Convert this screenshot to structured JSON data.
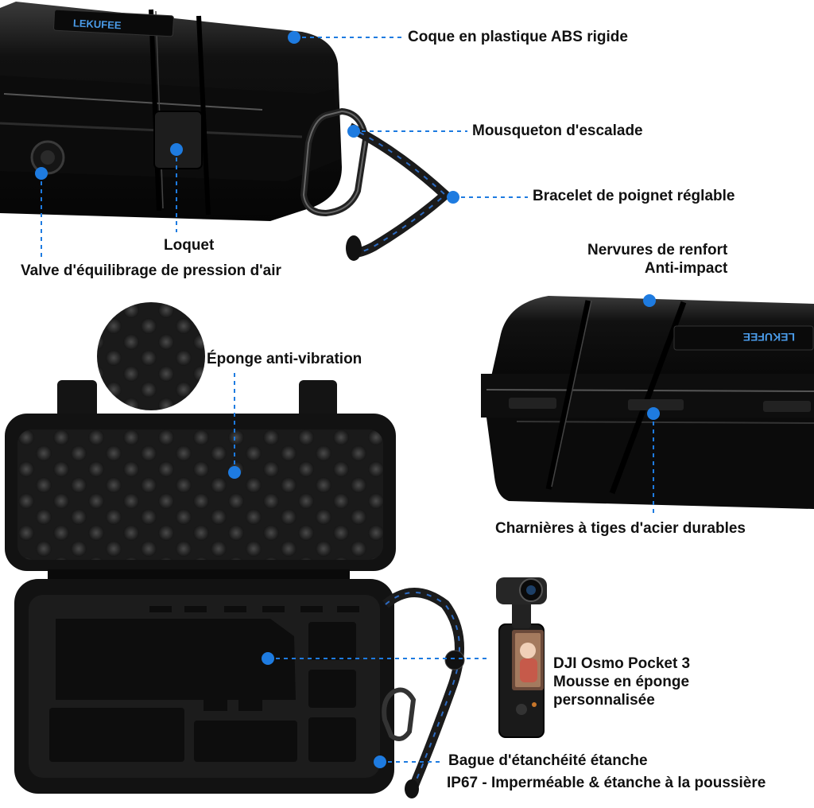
{
  "brand": "LEKUFEE",
  "labels": {
    "shell": "Coque en plastique ABS rigide",
    "carabiner": "Mousqueton d'escalade",
    "strap": "Bracelet de poignet réglable",
    "latch": "Loquet",
    "valve": "Valve d'équilibrage de pression d'air",
    "ribs_line1": "Nervures de renfort",
    "ribs_line2": "Anti-impact",
    "sponge": "Éponge anti-vibration",
    "hinges": "Charnières à tiges d'acier durables",
    "osmo_line1": "DJI Osmo Pocket 3",
    "osmo_line2": "Mousse en éponge",
    "osmo_line3": "personnalisée",
    "seal_line1": "Bague d'étanchéité étanche",
    "seal_line2": "IP67 - Imperméable & étanche à la poussière"
  },
  "colors": {
    "accent": "#1e7be0",
    "case": "#141414",
    "foam": "#2a2a2a"
  }
}
